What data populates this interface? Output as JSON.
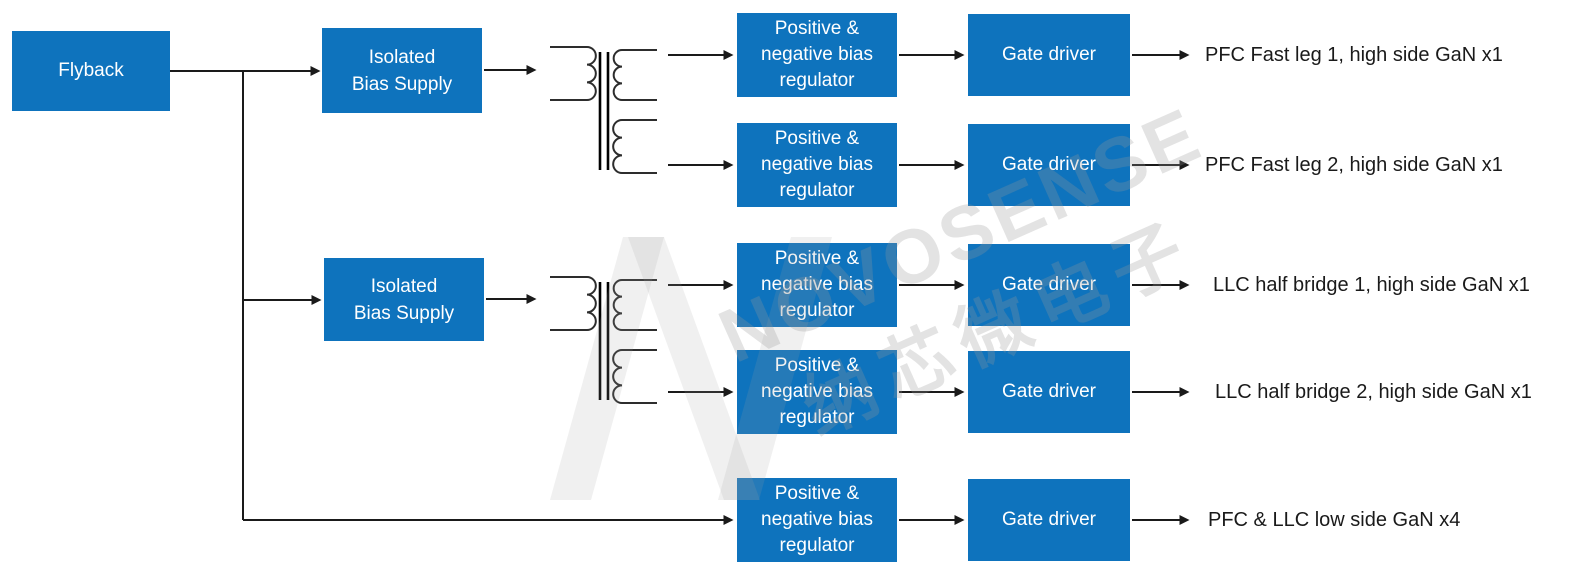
{
  "diagram": {
    "source_block": {
      "label": "Flyback"
    },
    "bias_supplies": [
      {
        "label": "Isolated\nBias Supply"
      },
      {
        "label": "Isolated\nBias Supply"
      }
    ],
    "regulator_label": "Positive &\nnegative bias\nregulator",
    "gate_driver_label": "Gate driver",
    "outputs": [
      "PFC Fast leg 1, high side GaN x1",
      "PFC Fast leg 2, high side GaN x1",
      "LLC half bridge 1, high side GaN x1",
      "LLC half bridge 2, high side GaN x1",
      "PFC & LLC low side GaN x4"
    ]
  },
  "watermark": {
    "brand": "NOVOSENSE",
    "brand_cn": "纳芯微电子"
  },
  "palette": {
    "block_fill": "#0E73BD",
    "block_text": "#FFFFFF",
    "line": "#1A1A1A",
    "output_text": "#1A1A1A",
    "watermark_gray": "#E9E9E9"
  }
}
